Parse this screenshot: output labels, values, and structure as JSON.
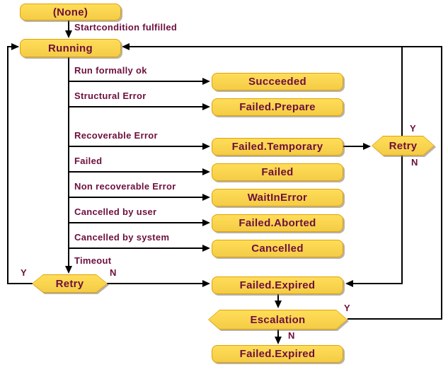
{
  "colors": {
    "background": "#ffffff",
    "node_fill": "#fbd54c",
    "node_border": "#dfa105",
    "node_shadow": "#8d8471",
    "node_text": "#6e0f3d",
    "edge_label_text": "#6e0f3d",
    "line": "#000000"
  },
  "nodes": {
    "none": {
      "label": "(None)"
    },
    "running": {
      "label": "Running"
    },
    "succeeded": {
      "label": "Succeeded"
    },
    "failed_prepare": {
      "label": "Failed.Prepare"
    },
    "failed_temporary": {
      "label": "Failed.Temporary"
    },
    "retry_right": {
      "label": "Retry"
    },
    "failed": {
      "label": "Failed"
    },
    "waitinerror": {
      "label": "WaitInError"
    },
    "failed_aborted": {
      "label": "Failed.Aborted"
    },
    "cancelled": {
      "label": "Cancelled"
    },
    "retry_bottom": {
      "label": "Retry"
    },
    "failed_expired_1": {
      "label": "Failed.Expired"
    },
    "escalation": {
      "label": "Escalation"
    },
    "failed_expired_2": {
      "label": "Failed.Expired"
    }
  },
  "edge_labels": {
    "startcondition": "Startcondition fulfilled",
    "run_formally_ok": "Run formally ok",
    "structural_error": "Structural Error",
    "recoverable_error": "Recoverable Error",
    "failed": "Failed",
    "non_recoverable_error": "Non recoverable Error",
    "cancelled_by_user": "Cancelled by user",
    "cancelled_by_system": "Cancelled by system",
    "timeout": "Timeout",
    "yes": "Y",
    "no": "N"
  }
}
